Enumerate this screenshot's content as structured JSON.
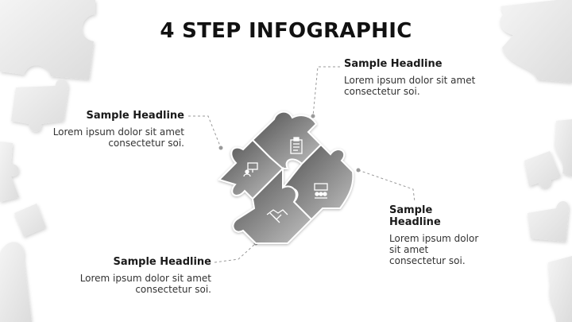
{
  "title": "4 STEP INFOGRAPHIC",
  "steps": [
    {
      "headline": "Sample Headline",
      "body": "Lorem ipsum dolor sit amet consectetur soi.",
      "icon": "presentation-icon"
    },
    {
      "headline": "Sample Headline",
      "body": "Lorem ipsum dolor sit amet consectetur soi.",
      "icon": "clipboard-icon"
    },
    {
      "headline": "Sample Headline",
      "body": "Lorem ipsum dolor sit amet consectetur soi.",
      "icon": "meeting-icon"
    },
    {
      "headline": "Sample Headline",
      "body": "Lorem ipsum dolor sit amet consectetur soi.",
      "icon": "handshake-icon"
    }
  ],
  "colors": {
    "piece_dark": "#5a5a5a",
    "piece_light": "#b4b4b4",
    "background_piece": "#e6e6e6",
    "connector": "#9a9a9a"
  }
}
